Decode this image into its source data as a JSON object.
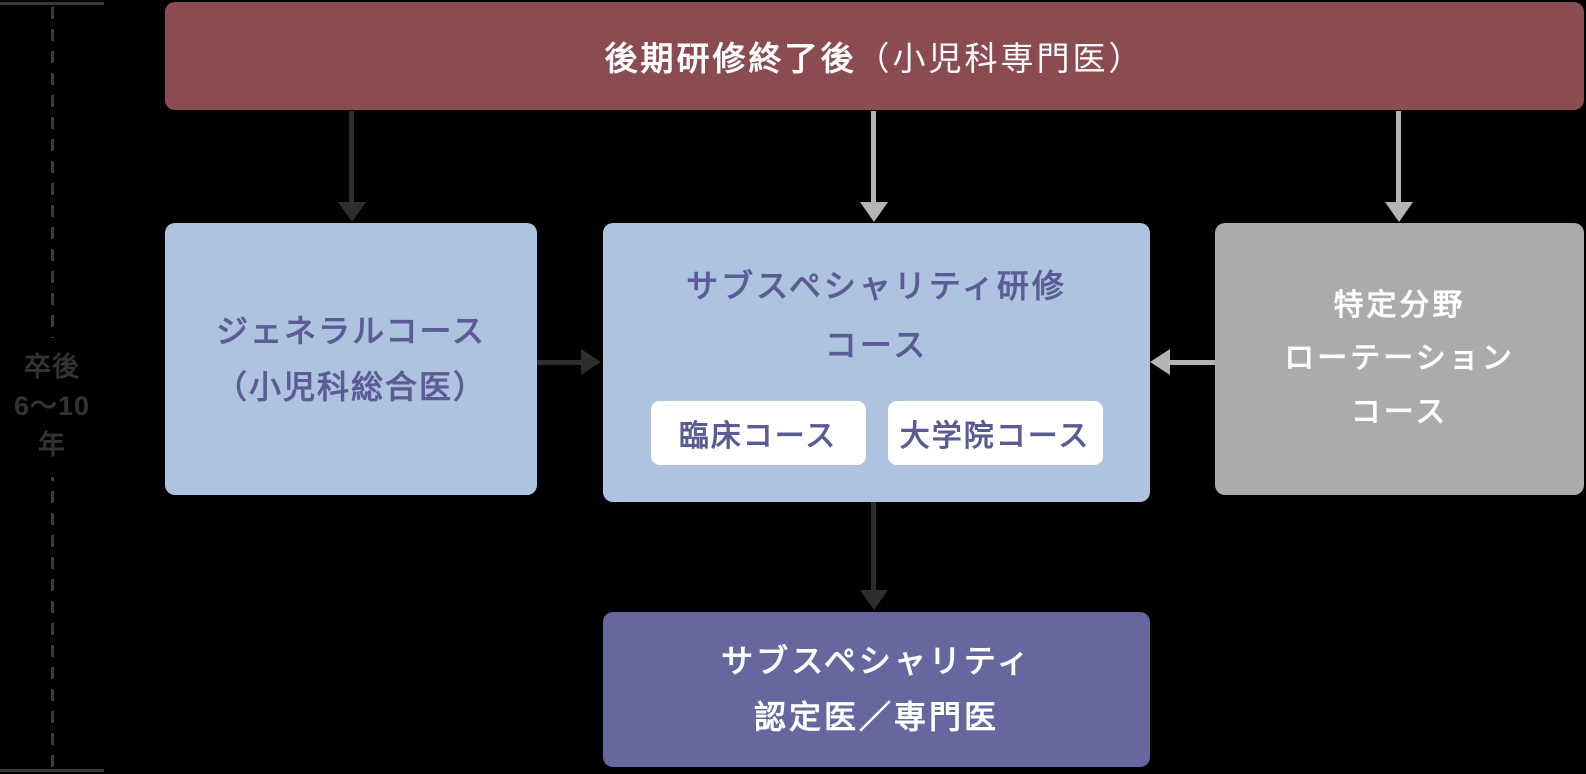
{
  "diagram": {
    "timeline": {
      "label_line1": "卒後",
      "label_line2": "6〜10年"
    },
    "header": {
      "title_bold": "後期研修終了後",
      "title_note": "（小児科専門医）"
    },
    "general_course": {
      "line1": "ジェネラルコース",
      "line2": "（小児科総合医）"
    },
    "subspecialty_course": {
      "title_line1": "サブスペシャリティ研修",
      "title_line2": "コース",
      "sub_courses": [
        {
          "label": "臨床コース"
        },
        {
          "label": "大学院コース"
        }
      ]
    },
    "rotation_course": {
      "line1": "特定分野",
      "line2": "ローテーション",
      "line3": "コース"
    },
    "certification": {
      "line1": "サブスペシャリティ",
      "line2": "認定医／専門医"
    },
    "colors": {
      "background": "#000000",
      "header_bg": "#8a4c51",
      "course_box_bg": "#aec3df",
      "course_text": "#5b5c95",
      "sub_chip_bg": "#ffffff",
      "sub_chip_text": "#5a5b94",
      "rotation_box_bg": "#ababab",
      "certification_bg": "#66679e",
      "dark_arrow": "#2e2e2e",
      "light_arrow": "#b5b5b5",
      "timeline_line": "#3a3a3a",
      "timeline_text": "#333333",
      "box_text_white": "#ffffff"
    }
  }
}
